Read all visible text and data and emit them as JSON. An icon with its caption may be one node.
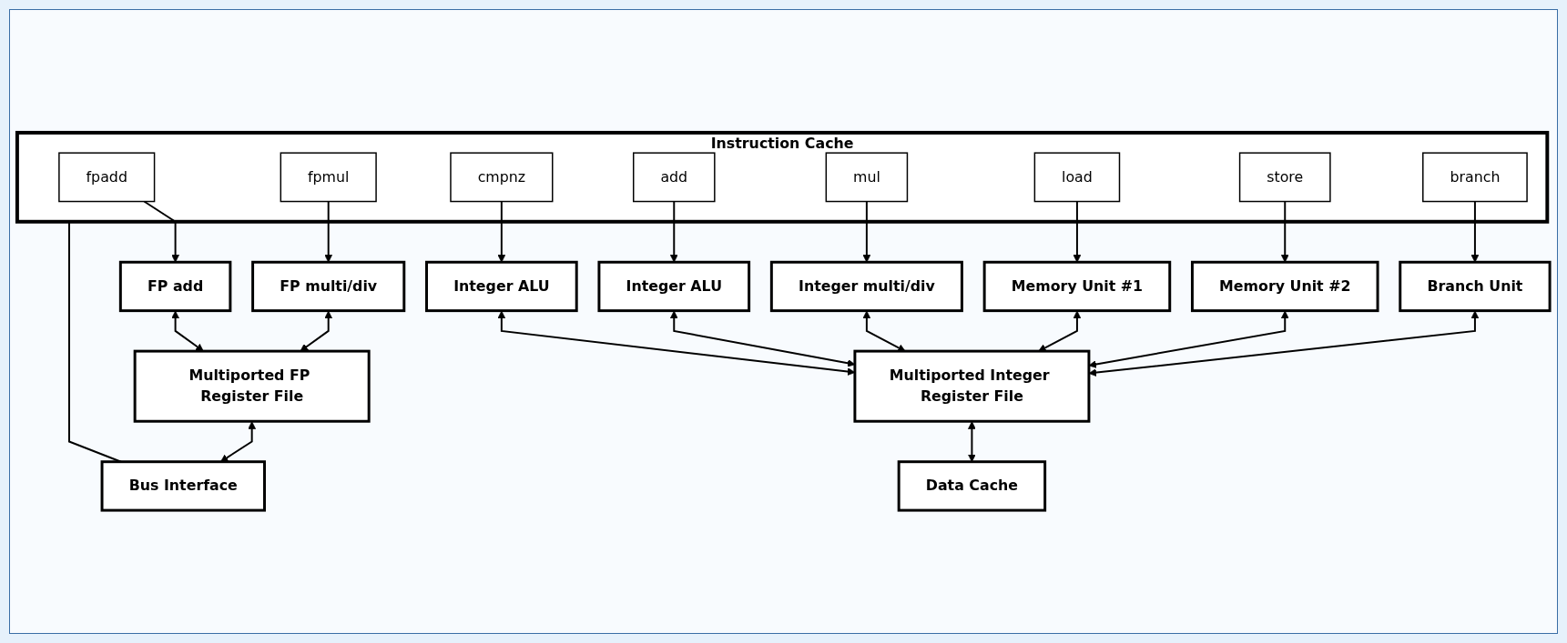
{
  "diagram": {
    "nodes": [
      {
        "text": [
          "Instruction Cache"
        ]
      },
      {
        "text": [
          "fpadd"
        ],
        "in": 0
      },
      {
        "text": [
          "fpmul"
        ],
        "in": 0
      },
      {
        "text": [
          "cmpnz"
        ],
        "in": 0
      },
      {
        "text": [
          "add"
        ],
        "in": 0
      },
      {
        "text": [
          "mul"
        ],
        "in": 0
      },
      {
        "text": [
          "load"
        ],
        "in": 0
      },
      {
        "text": [
          "store"
        ],
        "in": 0
      },
      {
        "text": [
          "branch"
        ],
        "in": 0
      },
      {
        "text": [
          "FP add"
        ]
      },
      {
        "text": [
          "FP multi/div"
        ]
      },
      {
        "text": [
          "Integer ALU"
        ]
      },
      {
        "text": [
          "Integer ALU"
        ]
      },
      {
        "text": [
          "Integer multi/div"
        ]
      },
      {
        "text": [
          "Memory Unit #1"
        ]
      },
      {
        "text": [
          "Memory Unit #2"
        ]
      },
      {
        "text": [
          "Branch Unit"
        ]
      },
      {
        "text": [
          "Multiported FP Register File"
        ]
      },
      {
        "text": [
          "Multiported Integer Register File"
        ]
      },
      {
        "text": [
          "Bus Interface"
        ]
      },
      {
        "text": [
          "Data Cache"
        ]
      }
    ],
    "edges": [
      {
        "from": 1,
        "to": 9,
        "arrow": "to"
      },
      {
        "from": 2,
        "to": 10,
        "arrow": "to"
      },
      {
        "from": 3,
        "to": 11,
        "arrow": "to"
      },
      {
        "from": 4,
        "to": 12,
        "arrow": "to"
      },
      {
        "from": 5,
        "to": 13,
        "arrow": "to"
      },
      {
        "from": 6,
        "to": 14,
        "arrow": "to"
      },
      {
        "from": 7,
        "to": 15,
        "arrow": "to"
      },
      {
        "from": 8,
        "to": 16,
        "arrow": "to"
      },
      {
        "from": 9,
        "to": 17,
        "arrow": "both"
      },
      {
        "from": 10,
        "to": 17,
        "arrow": "both"
      },
      {
        "from": 11,
        "to": 18,
        "arrow": "both"
      },
      {
        "from": 12,
        "to": 18,
        "arrow": "both"
      },
      {
        "from": 13,
        "to": 18,
        "arrow": "both"
      },
      {
        "from": 14,
        "to": 18,
        "arrow": "both"
      },
      {
        "from": 15,
        "to": 18,
        "arrow": "both"
      },
      {
        "from": 16,
        "to": 18,
        "arrow": "both"
      },
      {
        "from": 17,
        "to": 19,
        "arrow": "both"
      },
      {
        "from": 18,
        "to": 20,
        "arrow": "both"
      },
      {
        "from": 0,
        "to": 19,
        "arrow": "none"
      }
    ]
  }
}
